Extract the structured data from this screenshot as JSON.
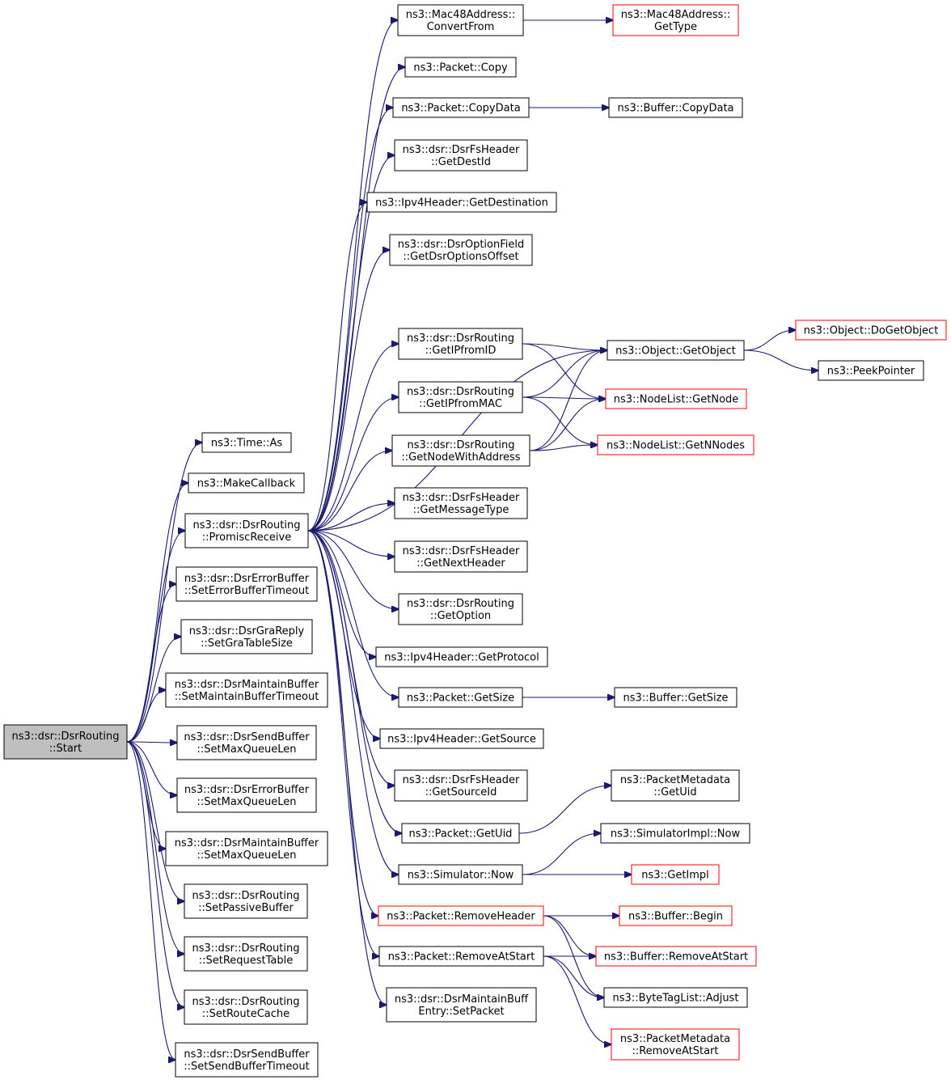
{
  "colors": {
    "edge": "#191970",
    "root_fill": "#bfbfbf",
    "node_fill": "#ffffff",
    "node_border": "#000000",
    "truncated_border": "#ff0000"
  },
  "nodes": [
    {
      "id": "start",
      "lines": [
        "ns3::dsr::DsrRouting",
        "::Start"
      ],
      "root": true
    },
    {
      "id": "time_as",
      "lines": [
        "ns3::Time::As"
      ]
    },
    {
      "id": "makecallback",
      "lines": [
        "ns3::MakeCallback"
      ]
    },
    {
      "id": "promisc",
      "lines": [
        "ns3::dsr::DsrRouting",
        "::PromiscReceive"
      ]
    },
    {
      "id": "seterrtimeout",
      "lines": [
        "ns3::dsr::DsrErrorBuffer",
        "::SetErrorBufferTimeout"
      ]
    },
    {
      "id": "setgra",
      "lines": [
        "ns3::dsr::DsrGraReply",
        "::SetGraTableSize"
      ]
    },
    {
      "id": "setmainttimeout",
      "lines": [
        "ns3::dsr::DsrMaintainBuffer",
        "::SetMaintainBufferTimeout"
      ]
    },
    {
      "id": "sendmaxq",
      "lines": [
        "ns3::dsr::DsrSendBuffer",
        "::SetMaxQueueLen"
      ]
    },
    {
      "id": "errmaxq",
      "lines": [
        "ns3::dsr::DsrErrorBuffer",
        "::SetMaxQueueLen"
      ]
    },
    {
      "id": "maintmaxq",
      "lines": [
        "ns3::dsr::DsrMaintainBuffer",
        "::SetMaxQueueLen"
      ]
    },
    {
      "id": "setpassive",
      "lines": [
        "ns3::dsr::DsrRouting",
        "::SetPassiveBuffer"
      ]
    },
    {
      "id": "setreqtable",
      "lines": [
        "ns3::dsr::DsrRouting",
        "::SetRequestTable"
      ]
    },
    {
      "id": "setroutecache",
      "lines": [
        "ns3::dsr::DsrRouting",
        "::SetRouteCache"
      ]
    },
    {
      "id": "setsendtimeout",
      "lines": [
        "ns3::dsr::DsrSendBuffer",
        "::SetSendBufferTimeout"
      ]
    },
    {
      "id": "mac48convert",
      "lines": [
        "ns3::Mac48Address::",
        "ConvertFrom"
      ]
    },
    {
      "id": "pktcopy",
      "lines": [
        "ns3::Packet::Copy"
      ]
    },
    {
      "id": "pktcopydata",
      "lines": [
        "ns3::Packet::CopyData"
      ]
    },
    {
      "id": "fsgetdest",
      "lines": [
        "ns3::dsr::DsrFsHeader",
        "::GetDestId"
      ]
    },
    {
      "id": "ipv4getdest",
      "lines": [
        "ns3::Ipv4Header::GetDestination"
      ]
    },
    {
      "id": "optoffset",
      "lines": [
        "ns3::dsr::DsrOptionField",
        "::GetDsrOptionsOffset"
      ]
    },
    {
      "id": "getipfromid",
      "lines": [
        "ns3::dsr::DsrRouting",
        "::GetIPfromID"
      ]
    },
    {
      "id": "getipfrommac",
      "lines": [
        "ns3::dsr::DsrRouting",
        "::GetIPfromMAC"
      ]
    },
    {
      "id": "getnodewithaddr",
      "lines": [
        "ns3::dsr::DsrRouting",
        "::GetNodeWithAddress"
      ]
    },
    {
      "id": "fsgetmsgtype",
      "lines": [
        "ns3::dsr::DsrFsHeader",
        "::GetMessageType"
      ]
    },
    {
      "id": "fsgetnexthdr",
      "lines": [
        "ns3::dsr::DsrFsHeader",
        "::GetNextHeader"
      ]
    },
    {
      "id": "getoption",
      "lines": [
        "ns3::dsr::DsrRouting",
        "::GetOption"
      ]
    },
    {
      "id": "ipv4getproto",
      "lines": [
        "ns3::Ipv4Header::GetProtocol"
      ]
    },
    {
      "id": "pktgetsize",
      "lines": [
        "ns3::Packet::GetSize"
      ]
    },
    {
      "id": "ipv4getsrc",
      "lines": [
        "ns3::Ipv4Header::GetSource"
      ]
    },
    {
      "id": "fsgetsrcid",
      "lines": [
        "ns3::dsr::DsrFsHeader",
        "::GetSourceId"
      ]
    },
    {
      "id": "pktgetuid",
      "lines": [
        "ns3::Packet::GetUid"
      ]
    },
    {
      "id": "simnow",
      "lines": [
        "ns3::Simulator::Now"
      ]
    },
    {
      "id": "pktremovehdr",
      "lines": [
        "ns3::Packet::RemoveHeader"
      ],
      "truncated": true
    },
    {
      "id": "pktremoveatstart",
      "lines": [
        "ns3::Packet::RemoveAtStart"
      ]
    },
    {
      "id": "maintsetpacket",
      "lines": [
        "ns3::dsr::DsrMaintainBuff",
        "Entry::SetPacket"
      ]
    },
    {
      "id": "mac48gettype",
      "lines": [
        "ns3::Mac48Address::",
        "GetType"
      ],
      "truncated": true
    },
    {
      "id": "bufcopydata",
      "lines": [
        "ns3::Buffer::CopyData"
      ]
    },
    {
      "id": "objgetobject",
      "lines": [
        "ns3::Object::GetObject"
      ]
    },
    {
      "id": "nodelistgetnode",
      "lines": [
        "ns3::NodeList::GetNode"
      ],
      "truncated": true
    },
    {
      "id": "nodelistgetnnodes",
      "lines": [
        "ns3::NodeList::GetNNodes"
      ],
      "truncated": true
    },
    {
      "id": "bufgetsize",
      "lines": [
        "ns3::Buffer::GetSize"
      ]
    },
    {
      "id": "pmgetuid",
      "lines": [
        "ns3::PacketMetadata",
        "::GetUid"
      ]
    },
    {
      "id": "simimplnow",
      "lines": [
        "ns3::SimulatorImpl::Now"
      ]
    },
    {
      "id": "getimpl",
      "lines": [
        "ns3::GetImpl"
      ],
      "truncated": true
    },
    {
      "id": "bufbegin",
      "lines": [
        "ns3::Buffer::Begin"
      ],
      "truncated": true
    },
    {
      "id": "bufremoveatstart",
      "lines": [
        "ns3::Buffer::RemoveAtStart"
      ],
      "truncated": true
    },
    {
      "id": "bytetagadjust",
      "lines": [
        "ns3::ByteTagList::Adjust"
      ]
    },
    {
      "id": "pmremoveatstart",
      "lines": [
        "ns3::PacketMetadata",
        "::RemoveAtStart"
      ],
      "truncated": true
    },
    {
      "id": "objdogetobject",
      "lines": [
        "ns3::Object::DoGetObject"
      ],
      "truncated": true
    },
    {
      "id": "peekpointer",
      "lines": [
        "ns3::PeekPointer"
      ]
    }
  ]
}
